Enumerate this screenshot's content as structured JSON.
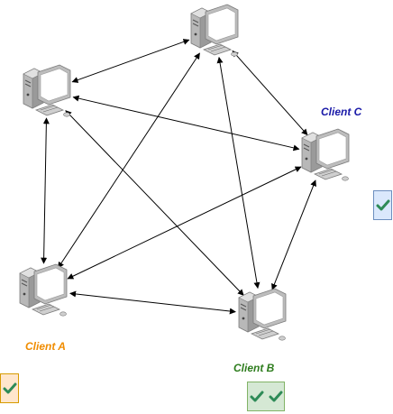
{
  "labels": {
    "client_a": "Client A",
    "client_b": "Client B",
    "client_c": "Client C"
  },
  "nodes": [
    {
      "id": "top",
      "name": "computer-top"
    },
    {
      "id": "left",
      "name": "computer-left"
    },
    {
      "id": "c",
      "name": "computer-client-c"
    },
    {
      "id": "a",
      "name": "computer-client-a"
    },
    {
      "id": "b",
      "name": "computer-client-b"
    }
  ],
  "edges": [
    [
      "top",
      "left"
    ],
    [
      "top",
      "c"
    ],
    [
      "top",
      "a"
    ],
    [
      "top",
      "b"
    ],
    [
      "left",
      "c"
    ],
    [
      "left",
      "a"
    ],
    [
      "left",
      "b"
    ],
    [
      "c",
      "a"
    ],
    [
      "c",
      "b"
    ],
    [
      "a",
      "b"
    ]
  ],
  "checkmarks": {
    "client_a": 1,
    "client_b": 2,
    "client_c": 1
  },
  "colors": {
    "client_a_label": "#f08c00",
    "client_b_label": "#2e7d1e",
    "client_c_label": "#1a1aa8",
    "check_green_fill": "#d5e8d4",
    "check_green_border": "#82b366",
    "check_orange_fill": "#ffe6cc",
    "check_orange_border": "#d79b00",
    "check_blue_fill": "#dae8fc",
    "check_blue_border": "#6c8ebf",
    "check_mark": "#2e8b57"
  },
  "icons": {
    "computer": "desktop-computer-icon",
    "check": "check-icon"
  }
}
